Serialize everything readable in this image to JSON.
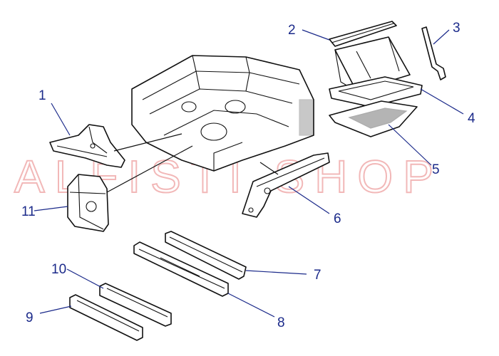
{
  "watermark": "ALFISTI SHOP",
  "callouts": [
    "1",
    "2",
    "3",
    "4",
    "5",
    "6",
    "7",
    "8",
    "9",
    "10",
    "11"
  ],
  "colors": {
    "callout": "#1b2a8a",
    "line_art": "#111111",
    "watermark": "#f2b8b8"
  }
}
